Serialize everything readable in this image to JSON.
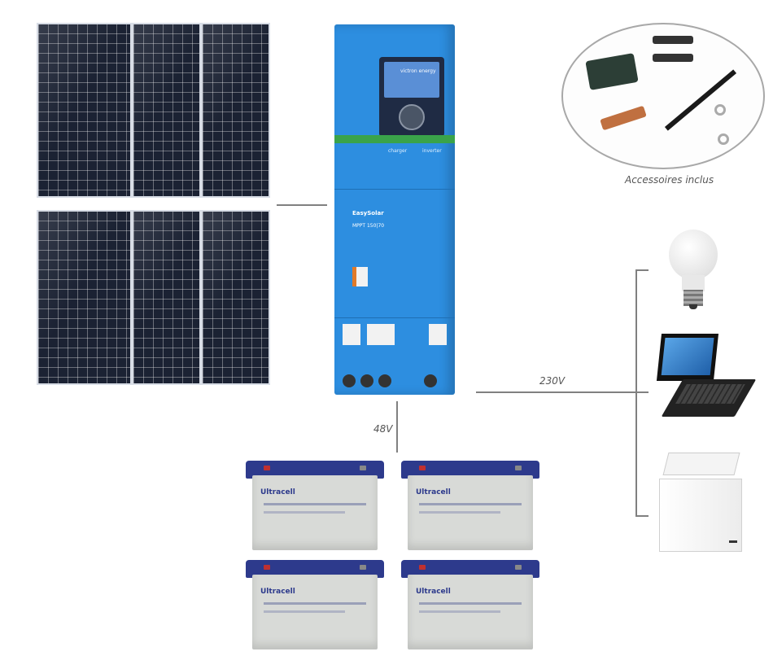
{
  "labels": {
    "accessories": "Accessoires inclus",
    "ac_voltage": "230V",
    "dc_voltage": "48V"
  },
  "inverter": {
    "brand": "victron energy",
    "model": "EasySolar",
    "sub": "MPPT 150|70",
    "charger": "charger",
    "inverter": "inverter"
  },
  "battery": {
    "brand": "Ultracell"
  },
  "colors": {
    "inverter_blue": "#2d8ee0",
    "inverter_green": "#3aa34a",
    "battery_lid": "#2d3a8c",
    "connector_line": "#808080"
  },
  "icons": {
    "light": "light-bulb-icon",
    "laptop": "laptop-icon",
    "freezer": "chest-freezer-icon"
  }
}
